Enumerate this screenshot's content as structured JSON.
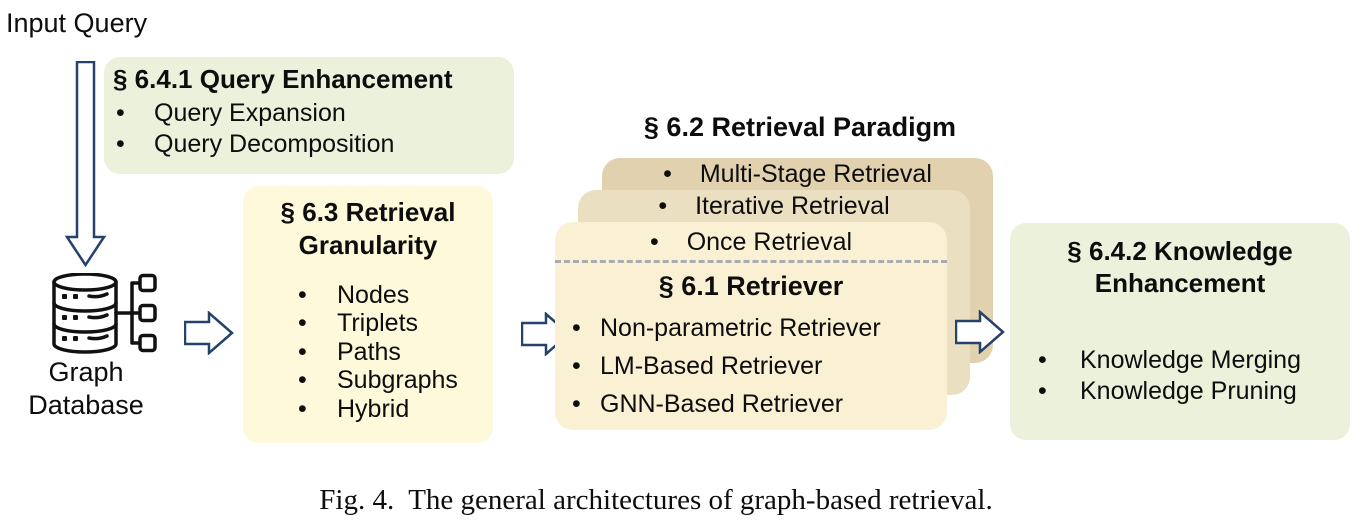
{
  "colors": {
    "panel-green": "#ECF1DB",
    "panel-yellow": "#FEF9DB",
    "card-front": "#FAF0D3",
    "card-middle": "#EBDFC1",
    "card-back": "#E1D1AE",
    "arrow-outline": "#24426B",
    "divider-gray": "#ABABB4"
  },
  "labels": {
    "input_query": "Input Query",
    "graph_database": "Graph\nDatabase"
  },
  "boxes": {
    "query_enhancement": {
      "title": "§ 6.4.1 Query Enhancement",
      "items": [
        "Query Expansion",
        "Query Decomposition"
      ]
    },
    "retrieval_granularity": {
      "title": "§ 6.3 Retrieval\nGranularity",
      "items": [
        "Nodes",
        "Triplets",
        "Paths",
        "Subgraphs",
        "Hybrid"
      ]
    },
    "retrieval_paradigm": {
      "title": "§ 6.2 Retrieval Paradigm",
      "cards": [
        "Multi-Stage Retrieval",
        "Iterative Retrieval",
        "Once Retrieval"
      ]
    },
    "retriever": {
      "title": "§ 6.1 Retriever",
      "items": [
        "Non-parametric Retriever",
        "LM-Based Retriever",
        "GNN-Based Retriever"
      ]
    },
    "knowledge_enhancement": {
      "title": "§ 6.4.2 Knowledge\nEnhancement",
      "items": [
        "Knowledge Merging",
        "Knowledge Pruning"
      ]
    }
  },
  "caption": "Fig. 4.  The general architectures of graph-based retrieval."
}
